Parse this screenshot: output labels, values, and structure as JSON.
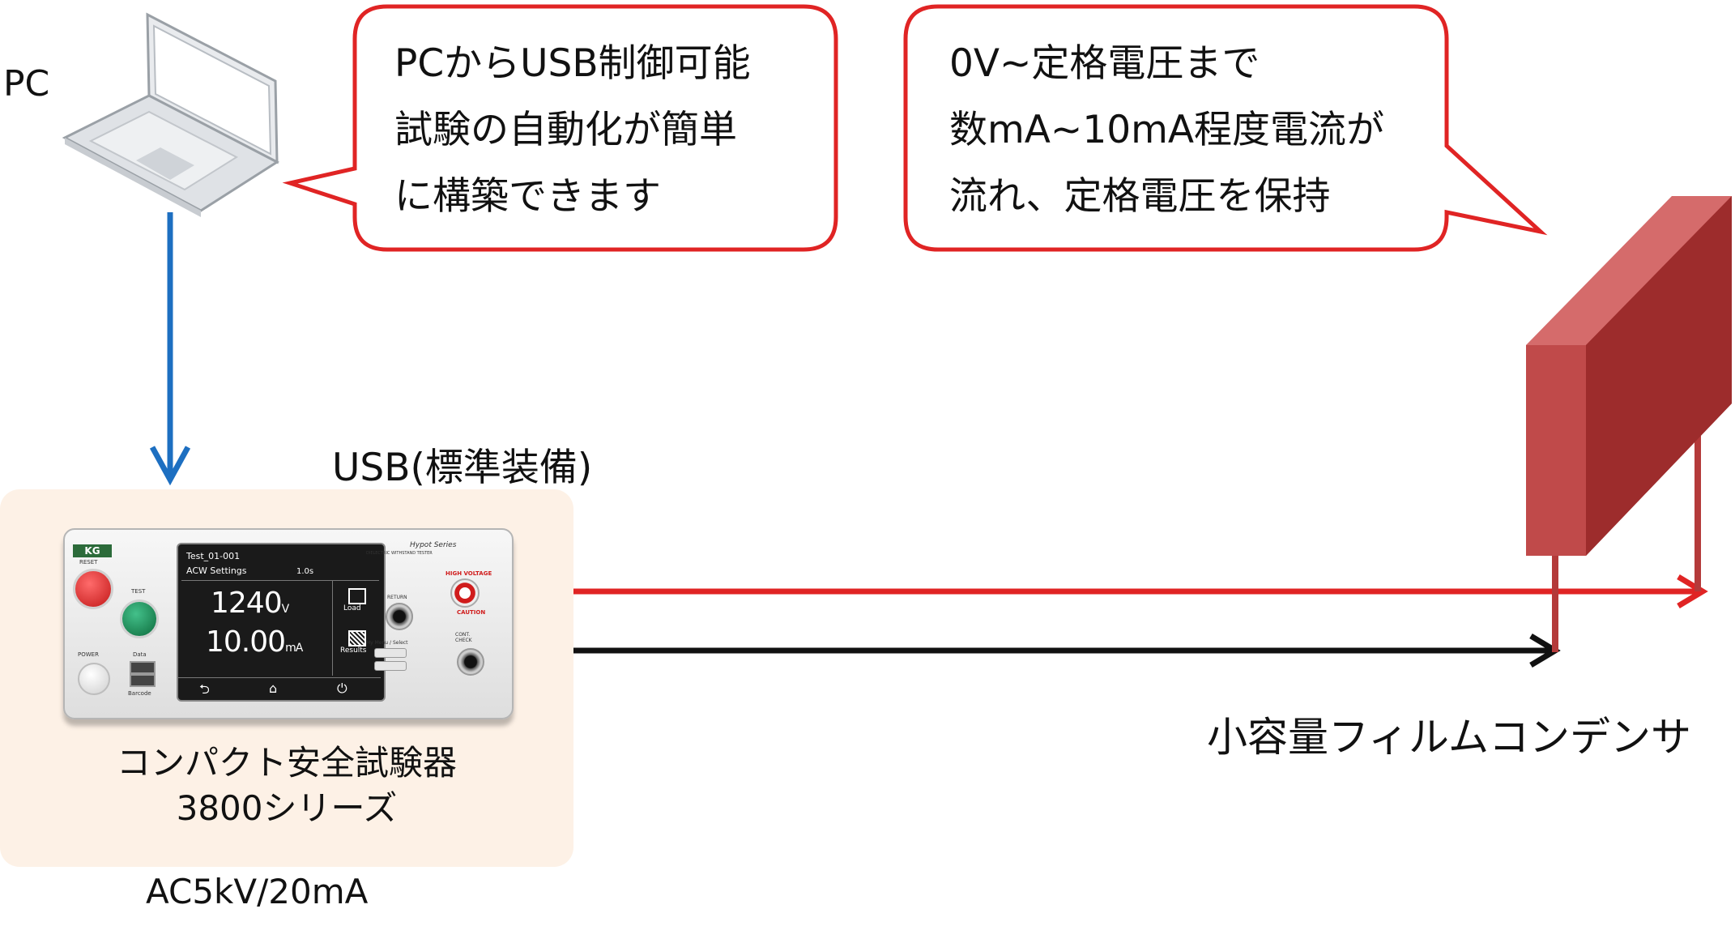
{
  "pc": {
    "label": "PC"
  },
  "bubble_left": {
    "lines": [
      "PCからUSB制御可能",
      "試験の自動化が簡単",
      "に構築できます"
    ],
    "border_color": "#e02424"
  },
  "bubble_right": {
    "lines": [
      "0V~定格電圧まで",
      "数mA~10mA程度電流が",
      "流れ、定格電圧を保持"
    ],
    "border_color": "#e02424"
  },
  "usb_label": "USB(標準装備)",
  "tester": {
    "name_line1": "コンパクト安全試験器",
    "name_line2": "3800シリーズ",
    "rating": "AC5kV/20mA",
    "panel_bg": "#fdf1e6",
    "brand": "KG",
    "reset_label": "RESET",
    "test_label": "TEST",
    "power_label": "POWER",
    "data_label": "Data",
    "barcode_label": "Barcode",
    "screen": {
      "title": "Test_01-001",
      "mode": "ACW Settings",
      "time": "1.0s",
      "voltage": "1240",
      "voltage_unit": "V",
      "current": "10.00",
      "current_unit": "mA",
      "load_label": "Load",
      "results_label": "Results"
    },
    "series_label": "Hypot Series",
    "series_sub": "DIELECTRIC WITHSTAND TESTER",
    "high_voltage_label": "HIGH VOLTAGE",
    "return_label": "RETURN",
    "caution_label": "CAUTION",
    "menu_label": "My Menu / Select",
    "cont_check_label": "CONT. CHECK"
  },
  "capacitor": {
    "label": "小容量フィルムコンデンサ",
    "color": "#b43a3a"
  },
  "colors": {
    "usb_arrow": "#1d6fc1",
    "hv_line": "#e02424",
    "return_line": "#111111"
  }
}
